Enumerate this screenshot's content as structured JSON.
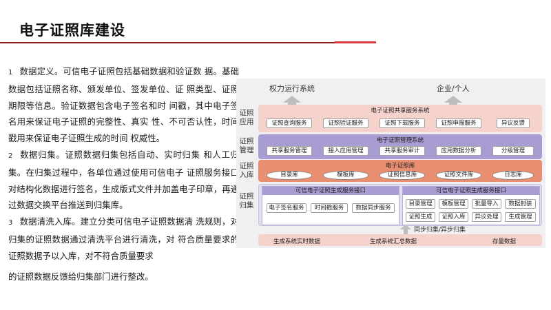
{
  "page": {
    "title": "电子证照库建设"
  },
  "text": {
    "p1_num": "1",
    "p1": "数据定义。可信电子证照包括基础数据和验证数 据。基础数据包括证照名称、颁发单位、签发单位、证 照类型、证照期限等信息。验证数据包含电子签名和时 间戳，其中电子签名用来保证电子证照的完整性、真实 性、不可否认性，时间戳用来保证电子证照生成的时间 权威性。",
    "p2_num": "2",
    "p2": "数据归集。证照数据归集包括自动、实时归集 和人工归集。在归集过程中，各单位通过使用可信电子 证照服务接口对结构化数据进行签名，生成版式文件并加盖电子印章，再通过数据交换平台推送到归集库。",
    "p3_num": "3",
    "p3": "数据清洗入库。建立分类可信电子证照数据清 洗规则，对归集的证照数据通过清洗平台进行清洗，对 符合质量要求的证照数据予以入库，对不符合质量要求",
    "p3_tail": "的证照数据反馈给归集部门进行整改。"
  },
  "diagram": {
    "top_targets": [
      "权力运行系统",
      "企业/个人"
    ],
    "side_labels": {
      "app": "证照应用",
      "mgmt": "证照管理",
      "store": "证照入库",
      "collect": "证照归集"
    },
    "app_band": {
      "title": "电子证照共享服务系统",
      "items": [
        "证照查询服务",
        "证照验证服务",
        "证照下载服务",
        "证照申报服务",
        "异议反馈"
      ]
    },
    "mgmt_band": {
      "title": "电子证照管理系统",
      "items": [
        "共享服务管理",
        "接入应用管理",
        "共享服务审计",
        "应用数据分析",
        "分级管理"
      ]
    },
    "store_band": {
      "title": "电子证照库",
      "items": [
        "目录库",
        "模板库",
        "证照信息库",
        "证照文件库",
        "日志库"
      ]
    },
    "collect_band": {
      "left_title": "可信电子证照生成服务接口",
      "left_items": [
        "电子签名服务",
        "时间戳服务",
        "数据同步服务"
      ],
      "right_title": "可信电子证照生成服务接口",
      "right_items": [
        "目录管理",
        "模板管理",
        "批量导入",
        "数据封装",
        "证照生成",
        "证照入库",
        "异议处理",
        "生成管理"
      ]
    },
    "sync_label": "同步归集/异步归集",
    "source_band": {
      "items": [
        "生成系统实时数据",
        "生成系统汇总数据",
        "存量数据"
      ]
    }
  }
}
